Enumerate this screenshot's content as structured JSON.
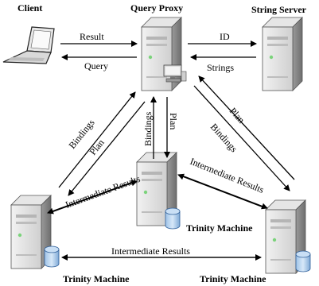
{
  "nodes": {
    "client": "Client",
    "query_proxy": "Query Proxy",
    "string_server": "String Server",
    "trinity_left": "Trinity Machine",
    "trinity_center": "Trinity Machine",
    "trinity_right": "Trinity Machine"
  },
  "edges": {
    "result": "Result",
    "query": "Query",
    "id": "ID",
    "strings": "Strings",
    "bindings_left": "Bindings",
    "plan_left": "Plan",
    "bindings_center": "Bindings",
    "plan_center": "Plan",
    "plan_right": "Plan",
    "bindings_right": "Bindings",
    "intermediate_left": "Intermediate Results",
    "intermediate_right": "Intermediate Results",
    "intermediate_bottom": "Intermediate Results"
  },
  "icons": {
    "laptop": "laptop-icon",
    "server": "server-icon",
    "database": "database-icon",
    "desktop": "desktop-computer-icon"
  }
}
